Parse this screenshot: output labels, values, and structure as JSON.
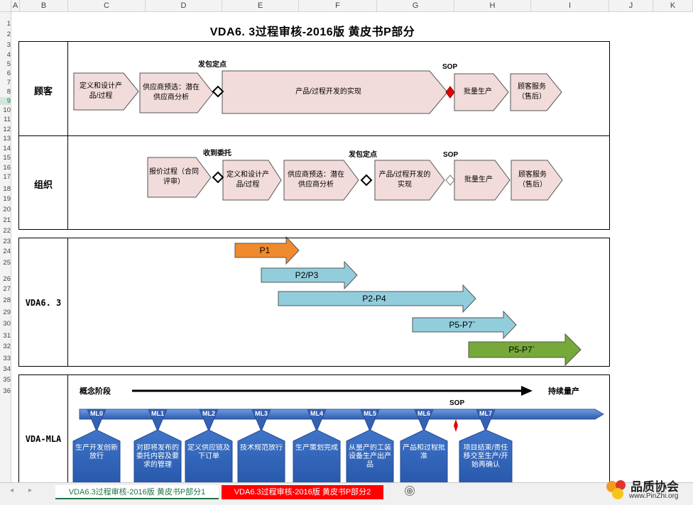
{
  "sheet": {
    "columns": [
      "A",
      "B",
      "C",
      "D",
      "E",
      "F",
      "G",
      "H",
      "I",
      "J",
      "K"
    ],
    "rows": [
      "1",
      "2",
      "3",
      "4",
      "5",
      "6",
      "7",
      "8",
      "9",
      "10",
      "11",
      "12",
      "13",
      "14",
      "15",
      "16",
      "17",
      "18",
      "19",
      "20",
      "21",
      "22",
      "23",
      "24",
      "25",
      "26",
      "27",
      "28",
      "29",
      "30",
      "31",
      "32",
      "33",
      "34",
      "35",
      "36"
    ],
    "selected_row": "9"
  },
  "title": "VDA6. 3过程审核-2016版   黄皮书P部分",
  "customer": {
    "label": "顾客",
    "tags": {
      "outsource": "发包定点",
      "sop": "SOP"
    },
    "steps": [
      "定义和设计产品/过程",
      "供应商预选：潜在供应商分析",
      "产品/过程开发的实现",
      "批量生产",
      "顾客服务（售后）"
    ]
  },
  "organization": {
    "label": "组织",
    "tags": {
      "received": "收到委托",
      "outsource": "发包定点",
      "sop": "SOP"
    },
    "steps": [
      "报价过程（合同评审）",
      "定义和设计产品/过程",
      "供应商预选：潜在供应商分析",
      "产品/过程开发的实现",
      "批量生产",
      "顾客服务（售后）"
    ]
  },
  "vda": {
    "label": "VDA6. 3",
    "arrows": [
      {
        "text": "P1",
        "color": "#f08a2e"
      },
      {
        "text": "P2/P3",
        "color": "#92cddc"
      },
      {
        "text": "P2-P4",
        "color": "#92cddc"
      },
      {
        "text": "P5-P7`",
        "color": "#92cddc"
      },
      {
        "text": "P5-P7`",
        "color": "#77a83a"
      }
    ]
  },
  "mla": {
    "label": "VDA-MLA",
    "start": "概念阶段",
    "end": "持续量产",
    "sop": "SOP",
    "milestones": [
      {
        "code": "ML0",
        "desc": "生产开发创新放行"
      },
      {
        "code": "ML1",
        "desc": "对即将发布的委托内容及要求的管理"
      },
      {
        "code": "ML2",
        "desc": "定义供应链及下订单"
      },
      {
        "code": "ML3",
        "desc": "技术规范放行"
      },
      {
        "code": "ML4",
        "desc": "生产策划完成"
      },
      {
        "code": "ML5",
        "desc": "从量产的工装设备生产出产品"
      },
      {
        "code": "ML6",
        "desc": "产品和过程批准"
      },
      {
        "code": "ML7",
        "desc": "项目结束/责任移交至生产/开始再确认"
      }
    ]
  },
  "tabs": [
    {
      "label": "VDA6.3过程审核-2016版  黄皮书P部分1",
      "active": true
    },
    {
      "label": "VDA6.3过程审核-2016版  黄皮书P部分2",
      "active": false
    }
  ],
  "add_tab": "⊕",
  "nav": {
    "prev": "◂",
    "next": "▸"
  },
  "logo": {
    "name": "品质协会",
    "url": "www.PinZhi.org"
  },
  "colors": {
    "pink": "#f2dcdb",
    "red": "#ff0000",
    "blue": "#3a6fc0",
    "orange": "#f08a2e",
    "lightblue": "#92cddc",
    "green": "#77a83a"
  }
}
